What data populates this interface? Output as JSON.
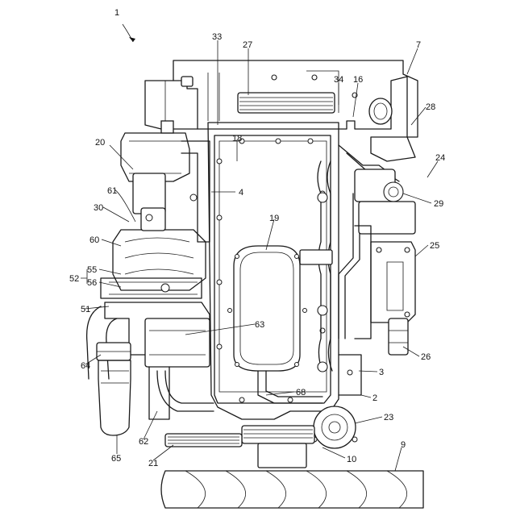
{
  "figure_number": "1",
  "reference_numerals": [
    {
      "id": "n33",
      "text": "33"
    },
    {
      "id": "n27",
      "text": "27"
    },
    {
      "id": "n7",
      "text": "7"
    },
    {
      "id": "n34",
      "text": "34"
    },
    {
      "id": "n16",
      "text": "16"
    },
    {
      "id": "n28",
      "text": "28"
    },
    {
      "id": "n18",
      "text": "18"
    },
    {
      "id": "n20",
      "text": "20"
    },
    {
      "id": "n24",
      "text": "24"
    },
    {
      "id": "n4",
      "text": "4"
    },
    {
      "id": "n61",
      "text": "61"
    },
    {
      "id": "n29",
      "text": "29"
    },
    {
      "id": "n30",
      "text": "30"
    },
    {
      "id": "n19",
      "text": "19"
    },
    {
      "id": "n60",
      "text": "60"
    },
    {
      "id": "n25",
      "text": "25"
    },
    {
      "id": "n52",
      "text": "52"
    },
    {
      "id": "n55",
      "text": "55"
    },
    {
      "id": "n56",
      "text": "56"
    },
    {
      "id": "n51",
      "text": "51"
    },
    {
      "id": "n63",
      "text": "63"
    },
    {
      "id": "n26",
      "text": "26"
    },
    {
      "id": "n64",
      "text": "64"
    },
    {
      "id": "n3",
      "text": "3"
    },
    {
      "id": "n68",
      "text": "68"
    },
    {
      "id": "n2",
      "text": "2"
    },
    {
      "id": "n23",
      "text": "23"
    },
    {
      "id": "n62",
      "text": "62"
    },
    {
      "id": "n65",
      "text": "65"
    },
    {
      "id": "n21",
      "text": "21"
    },
    {
      "id": "n10",
      "text": "10"
    },
    {
      "id": "n9",
      "text": "9"
    }
  ]
}
